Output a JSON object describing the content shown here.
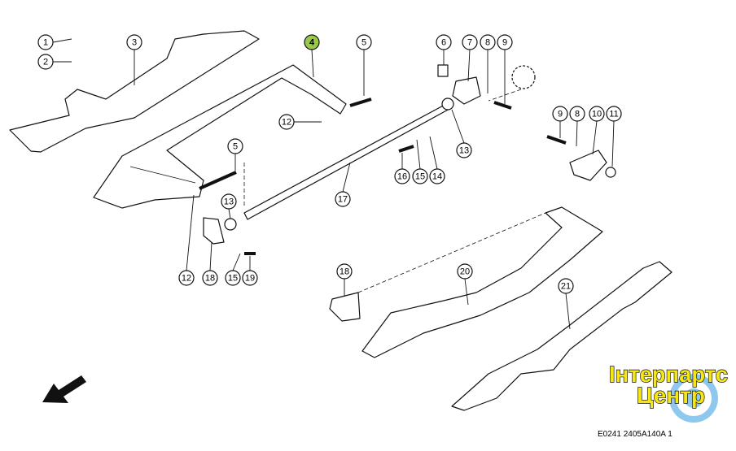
{
  "diagram": {
    "callouts": [
      "1",
      "2",
      "3",
      "4",
      "5",
      "6",
      "7",
      "8",
      "9",
      "12",
      "13",
      "16",
      "15",
      "14",
      "17",
      "5",
      "13",
      "9",
      "8",
      "10",
      "11",
      "12",
      "18",
      "15",
      "19",
      "18",
      "20",
      "21"
    ],
    "highlighted_callout": "4",
    "highlight_color": "#9ac84b",
    "logo": {
      "line1": "Інтерпартс",
      "line2": "Центр"
    },
    "drawing_code": "E0241 2405A140A 1"
  }
}
